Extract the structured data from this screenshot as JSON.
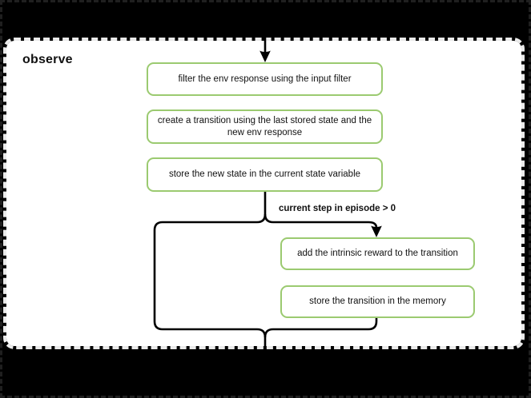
{
  "diagram": {
    "title": "observe",
    "nodes": [
      {
        "label": "filter the env response using the input filter"
      },
      {
        "label": "create a transition using the last stored state and the new env response"
      },
      {
        "label": "store the new state in the current state variable"
      },
      {
        "label": "add the intrinsic reward to the transition"
      },
      {
        "label": "store the transition in the memory"
      }
    ],
    "branch": {
      "condition": "current step in episode > 0"
    },
    "colors": {
      "node-border": "#9bca70",
      "connector": "#000000",
      "container-bg": "#ffffff",
      "canvas-bg": "#000000",
      "dash-border": "#ebebeb"
    }
  }
}
